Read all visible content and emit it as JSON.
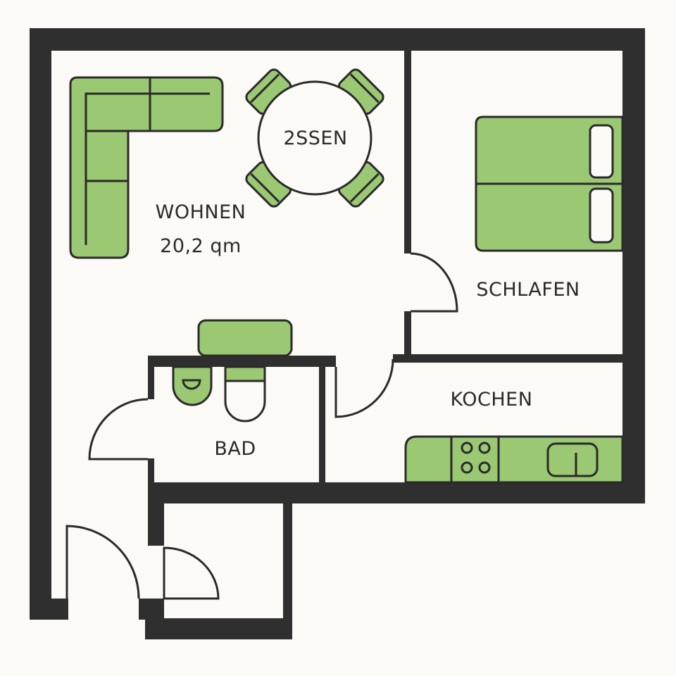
{
  "rooms": {
    "wohnen": {
      "name": "WOHNEN",
      "area": "20,2 qm"
    },
    "essen": {
      "name": "2SSEN"
    },
    "schlafen": {
      "name": "SCHLAFEN"
    },
    "kochen": {
      "name": "KOCHEN"
    },
    "bad": {
      "name": "BAD"
    }
  },
  "colors": {
    "wall": "#2f2f2f",
    "furniture": "#9bc873",
    "background": "#fcfaf7"
  }
}
